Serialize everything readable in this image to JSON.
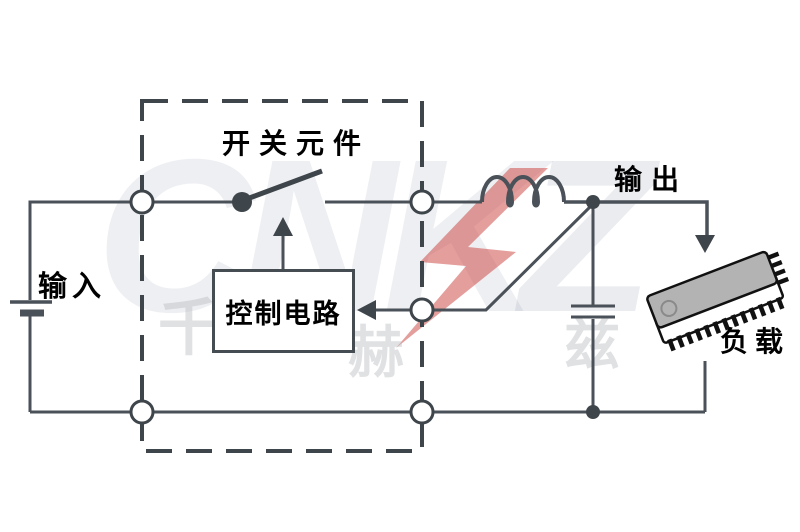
{
  "diagram": {
    "labels": {
      "switching_element": "开关元件",
      "input": "输入",
      "output": "输出",
      "control_circuit": "控制电路",
      "load": "负载"
    },
    "watermark": {
      "brand_left": "CNK",
      "brand_right": "Z",
      "ghost_char_1": "千",
      "ghost_char_2": "赫",
      "ghost_char_3": "兹"
    },
    "colors": {
      "wire": "#4a5158",
      "outline": "#3e454b",
      "text": "#000000",
      "chip_body": "#b3b3b3",
      "watermark_red": "#cc4040",
      "watermark_gray": "#99a0b0"
    }
  }
}
